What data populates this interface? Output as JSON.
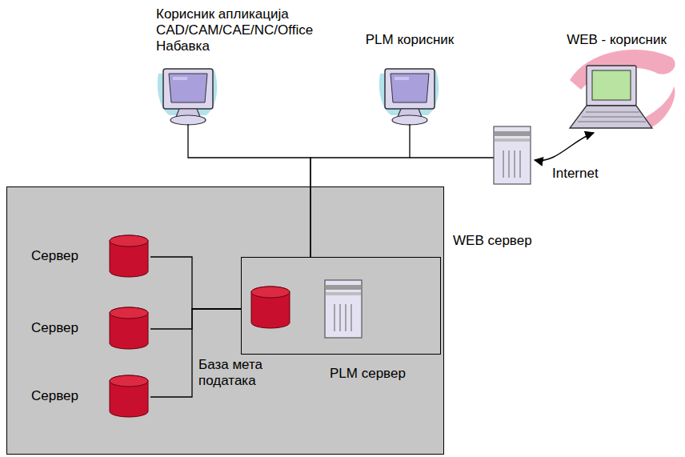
{
  "diagram": {
    "nodes": [
      {
        "text": [
          "Корисник апликација CAD/CAM/CAE/NC/Office Набавка"
        ]
      },
      {
        "text": [
          "PLM корисник"
        ]
      },
      {
        "text": [
          "WEB - корисник"
        ]
      },
      {
        "text": [
          "WEB сервер"
        ]
      },
      {
        "text": [
          "Сервер"
        ],
        "in": 3
      },
      {
        "text": [
          "Сервер"
        ],
        "in": 3
      },
      {
        "text": [
          "Сервер"
        ],
        "in": 3
      },
      {
        "text": [
          "PLM сервер"
        ],
        "in": 3
      }
    ],
    "edges": [
      {
        "from": 0,
        "to": 7,
        "arrow": "none"
      },
      {
        "from": 1,
        "to": 7,
        "arrow": "none"
      },
      {
        "from": 4,
        "to": 7,
        "arrow": "none"
      },
      {
        "from": 5,
        "to": 7,
        "arrow": "none"
      },
      {
        "from": 6,
        "to": 7,
        "arrow": "none"
      }
    ],
    "labels": [
      "База мета података",
      "Internet"
    ]
  }
}
